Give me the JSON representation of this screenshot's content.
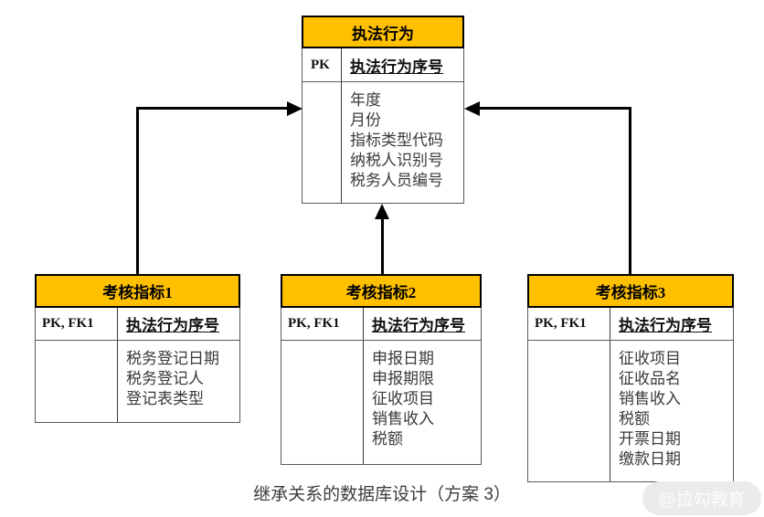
{
  "caption": "继承关系的数据库设计（方案 3）",
  "watermark": "@拉勾教育",
  "colors": {
    "header_bg": "#FFC000",
    "header_border": "#000000",
    "table_border": "#595959",
    "attr_text": "#3a3a3a",
    "line": "#000000"
  },
  "entities": [
    {
      "id": "parent",
      "title": "执法行为",
      "key_label": "PK",
      "key_field": "执法行为序号",
      "attributes": [
        "年度",
        "月份",
        "指标类型代码",
        "纳税人识别号",
        "税务人员编号"
      ]
    },
    {
      "id": "child1",
      "title": "考核指标1",
      "key_label": "PK, FK1",
      "key_field": "执法行为序号",
      "attributes": [
        "税务登记日期",
        "税务登记人",
        "登记表类型"
      ]
    },
    {
      "id": "child2",
      "title": "考核指标2",
      "key_label": "PK, FK1",
      "key_field": "执法行为序号",
      "attributes": [
        "申报日期",
        "申报期限",
        "征收项目",
        "销售收入",
        "税额"
      ]
    },
    {
      "id": "child3",
      "title": "考核指标3",
      "key_label": "PK, FK1",
      "key_field": "执法行为序号",
      "attributes": [
        "征收项目",
        "征收品名",
        "销售收入",
        "税额",
        "开票日期",
        "缴款日期"
      ]
    }
  ],
  "connectors": [
    {
      "from": "child1",
      "to": "parent",
      "style": "elbow-up-right-arrow"
    },
    {
      "from": "child2",
      "to": "parent",
      "style": "straight-up-arrow"
    },
    {
      "from": "child3",
      "to": "parent",
      "style": "elbow-up-left-arrow"
    }
  ]
}
